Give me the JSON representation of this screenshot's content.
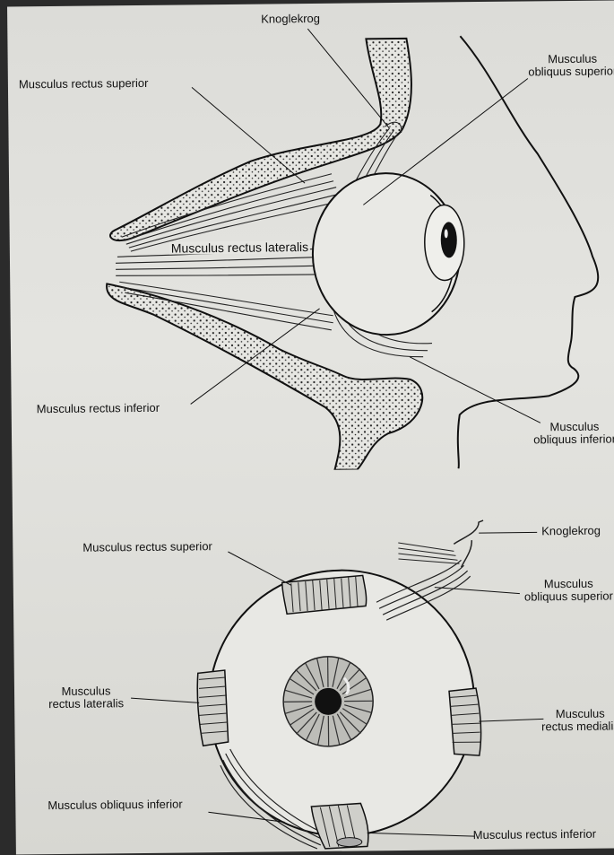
{
  "top_diagram": {
    "labels": {
      "knoglekrog": "Knoglekrog",
      "rectus_superior": "Musculus rectus superior",
      "obliquus_superior_1": "Musculus",
      "obliquus_superior_2": "obliquus superior",
      "rectus_lateralis": "Musculus rectus lateralis",
      "rectus_inferior": "Musculus rectus inferior",
      "obliquus_inferior_1": "Musculus",
      "obliquus_inferior_2": "obliquus inferior"
    }
  },
  "bottom_diagram": {
    "labels": {
      "knoglekrog": "Knoglekrog",
      "rectus_superior": "Musculus rectus superior",
      "obliquus_superior_1": "Musculus",
      "obliquus_superior_2": "obliquus superior",
      "rectus_lateralis_1": "Musculus",
      "rectus_lateralis_2": "rectus lateralis",
      "rectus_medialis_1": "Musculus",
      "rectus_medialis_2": "rectus medialis",
      "obliquus_inferior": "Musculus obliquus inferior",
      "rectus_inferior": "Musculus rectus inferior"
    }
  }
}
